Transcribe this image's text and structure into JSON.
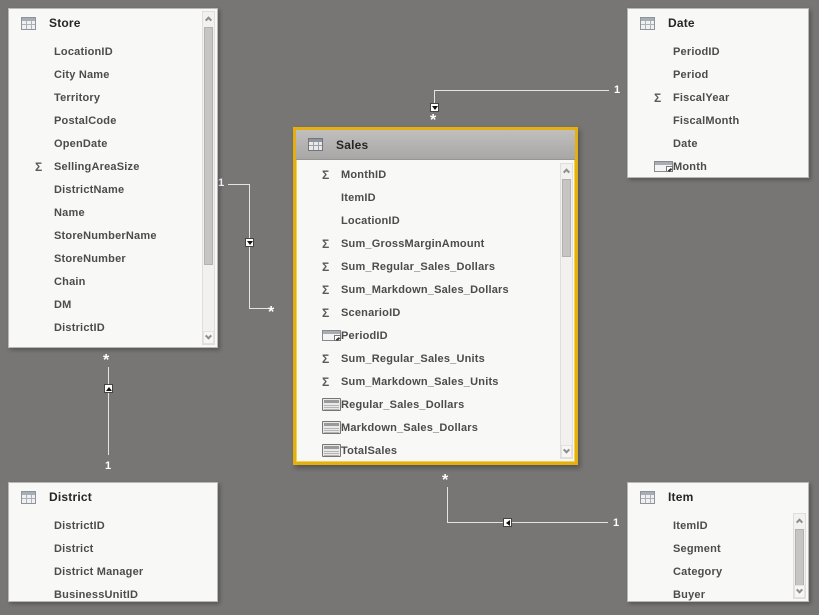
{
  "app": {
    "view": "diagram-view",
    "background_color": "#777675",
    "selection_color": "#e4af11",
    "line_color": "#e3e3e3"
  },
  "tables": [
    {
      "id": "store",
      "title": "Store",
      "selected": false,
      "has_scrollbar": true,
      "fields": [
        {
          "name": "LocationID",
          "icon": "none"
        },
        {
          "name": "City Name",
          "icon": "none"
        },
        {
          "name": "Territory",
          "icon": "none"
        },
        {
          "name": "PostalCode",
          "icon": "none"
        },
        {
          "name": "OpenDate",
          "icon": "none"
        },
        {
          "name": "SellingAreaSize",
          "icon": "sigma"
        },
        {
          "name": "DistrictName",
          "icon": "none"
        },
        {
          "name": "Name",
          "icon": "none"
        },
        {
          "name": "StoreNumberName",
          "icon": "none"
        },
        {
          "name": "StoreNumber",
          "icon": "none"
        },
        {
          "name": "Chain",
          "icon": "none"
        },
        {
          "name": "DM",
          "icon": "none"
        },
        {
          "name": "DistrictID",
          "icon": "none"
        }
      ]
    },
    {
      "id": "date",
      "title": "Date",
      "selected": false,
      "has_scrollbar": false,
      "fields": [
        {
          "name": "PeriodID",
          "icon": "none"
        },
        {
          "name": "Period",
          "icon": "none"
        },
        {
          "name": "FiscalYear",
          "icon": "sigma"
        },
        {
          "name": "FiscalMonth",
          "icon": "none"
        },
        {
          "name": "Date",
          "icon": "none"
        },
        {
          "name": "Month",
          "icon": "calc"
        }
      ]
    },
    {
      "id": "sales",
      "title": "Sales",
      "selected": true,
      "has_scrollbar": true,
      "fields": [
        {
          "name": "MonthID",
          "icon": "sigma"
        },
        {
          "name": "ItemID",
          "icon": "none"
        },
        {
          "name": "LocationID",
          "icon": "none"
        },
        {
          "name": "Sum_GrossMarginAmount",
          "icon": "sigma"
        },
        {
          "name": "Sum_Regular_Sales_Dollars",
          "icon": "sigma"
        },
        {
          "name": "Sum_Markdown_Sales_Dollars",
          "icon": "sigma"
        },
        {
          "name": "ScenarioID",
          "icon": "sigma"
        },
        {
          "name": "PeriodID",
          "icon": "calc"
        },
        {
          "name": "Sum_Regular_Sales_Units",
          "icon": "sigma"
        },
        {
          "name": "Sum_Markdown_Sales_Units",
          "icon": "sigma"
        },
        {
          "name": "Regular_Sales_Dollars",
          "icon": "measure"
        },
        {
          "name": "Markdown_Sales_Dollars",
          "icon": "measure"
        },
        {
          "name": "TotalSales",
          "icon": "measure"
        }
      ]
    },
    {
      "id": "district",
      "title": "District",
      "selected": false,
      "has_scrollbar": false,
      "fields": [
        {
          "name": "DistrictID",
          "icon": "none"
        },
        {
          "name": "District",
          "icon": "none"
        },
        {
          "name": "District Manager",
          "icon": "none"
        },
        {
          "name": "BusinessUnitID",
          "icon": "none"
        }
      ]
    },
    {
      "id": "item",
      "title": "Item",
      "selected": false,
      "has_scrollbar": true,
      "fields": [
        {
          "name": "ItemID",
          "icon": "none"
        },
        {
          "name": "Segment",
          "icon": "none"
        },
        {
          "name": "Category",
          "icon": "none"
        },
        {
          "name": "Buyer",
          "icon": "none"
        }
      ]
    }
  ],
  "relationships": [
    {
      "id": "store-sales",
      "from": "Store",
      "to": "Sales",
      "one_label": "1",
      "many_label": "*"
    },
    {
      "id": "date-sales",
      "from": "Date",
      "to": "Sales",
      "one_label": "1",
      "many_label": "*"
    },
    {
      "id": "store-district",
      "from": "District",
      "to": "Store",
      "one_label": "1",
      "many_label": "*"
    },
    {
      "id": "sales-item",
      "from": "Item",
      "to": "Sales",
      "one_label": "1",
      "many_label": "*"
    }
  ]
}
